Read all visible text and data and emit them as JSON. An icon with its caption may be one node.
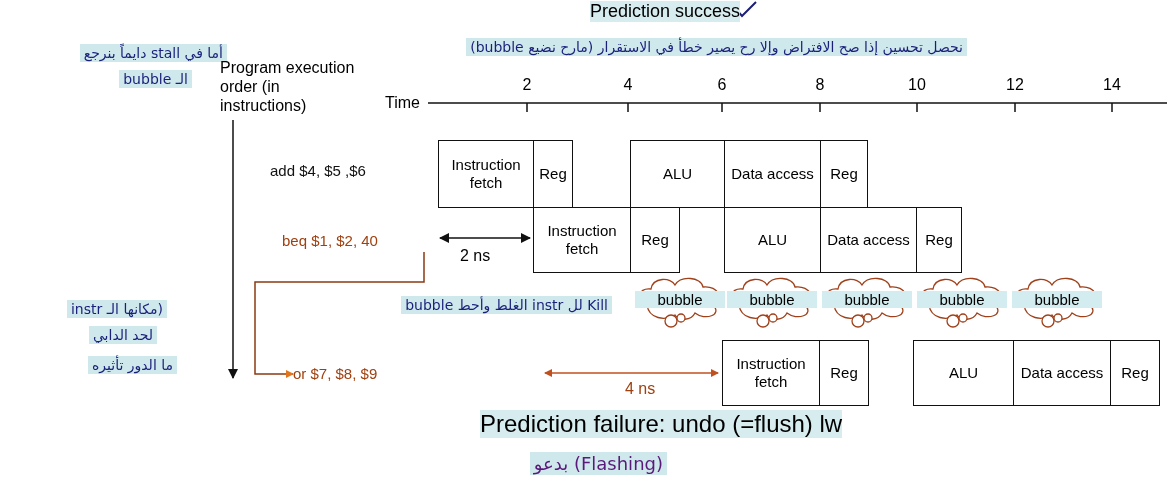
{
  "diagram": {
    "nodes": [
      {
        "text": [
          "add $4, $5 ,$6"
        ]
      },
      {
        "text": [
          "Instruction fetch"
        ]
      },
      {
        "text": [
          "Reg"
        ]
      },
      {
        "text": [
          "ALU"
        ]
      },
      {
        "text": [
          "Data access"
        ]
      },
      {
        "text": [
          "Reg"
        ]
      },
      {
        "text": [
          "beq $1, $2, 40"
        ]
      },
      {
        "text": [
          "Instruction fetch"
        ]
      },
      {
        "text": [
          "Reg"
        ]
      },
      {
        "text": [
          "ALU"
        ]
      },
      {
        "text": [
          "Data access"
        ]
      },
      {
        "text": [
          "Reg"
        ]
      },
      {
        "text": [
          "bubble"
        ]
      },
      {
        "text": [
          "bubble"
        ]
      },
      {
        "text": [
          "bubble"
        ]
      },
      {
        "text": [
          "bubble"
        ]
      },
      {
        "text": [
          "bubble"
        ]
      },
      {
        "text": [
          "or $7, $8, $9"
        ]
      },
      {
        "text": [
          "Instruction fetch"
        ]
      },
      {
        "text": [
          "Reg"
        ]
      },
      {
        "text": [
          "ALU"
        ]
      },
      {
        "text": [
          "Data access"
        ]
      },
      {
        "text": [
          "Reg"
        ]
      }
    ],
    "edges": [
      {
        "from": 6,
        "to": 17,
        "arrow": "to"
      }
    ],
    "labels": [
      "Prediction success",
      "أما في stall دايماً بنرجع",
      "نحصل تحسين إذا صح الافتراض وإلا رح يصير خطأ في الاستقرار (مارح نضيع bubble)",
      "الـ bubble",
      "Program execution order (in instructions)",
      "Time",
      "2",
      "4",
      "6",
      "8",
      "10",
      "12",
      "14",
      "2 ns",
      "(مكانها الـ instr",
      "لحد الدابي",
      "ما الدور تأثيره",
      "Kill لل instr الغلط وأحط bubble",
      "4 ns",
      "Prediction failure: undo (=flush) lw",
      "(Flashing) بدعو"
    ]
  }
}
